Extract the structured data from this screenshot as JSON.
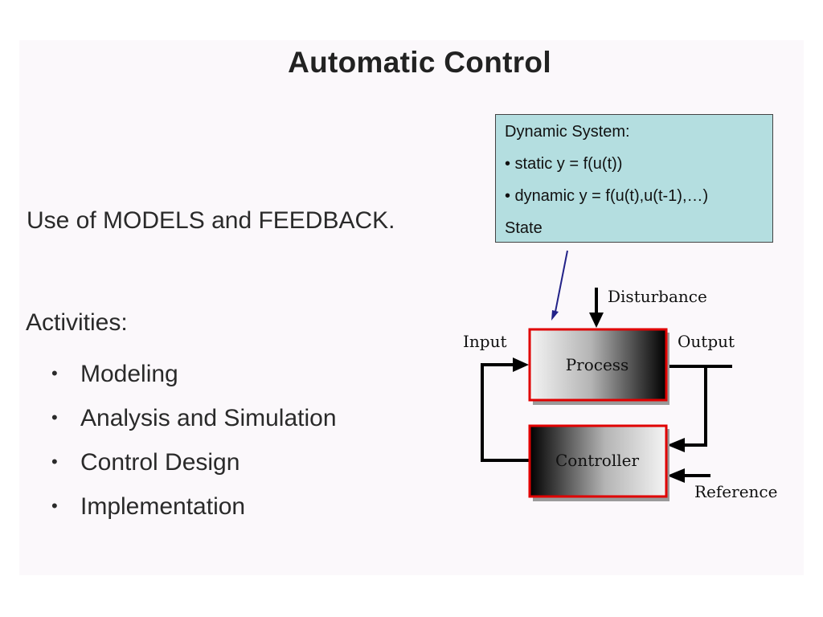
{
  "slide": {
    "title": "Automatic Control",
    "lead": "Use of MODELS and FEEDBACK.",
    "activities_heading": "Activities:",
    "bullet_glyph": "•",
    "activities": [
      "Modeling",
      "Analysis and Simulation",
      "Control Design",
      "Implementation"
    ]
  },
  "infobox": {
    "lines": [
      "Dynamic System:",
      "• static y = f(u(t))",
      "• dynamic y = f(u(t),u(t-1),…)",
      "State"
    ],
    "fill_color": "#b4dee0"
  },
  "diagram": {
    "labels": {
      "disturbance": "Disturbance",
      "input": "Input",
      "output": "Output",
      "reference": "Reference"
    },
    "blocks": {
      "process": "Process",
      "controller": "Controller"
    },
    "colors": {
      "block_border": "#e00000",
      "pointer_arrow": "#222288"
    }
  }
}
